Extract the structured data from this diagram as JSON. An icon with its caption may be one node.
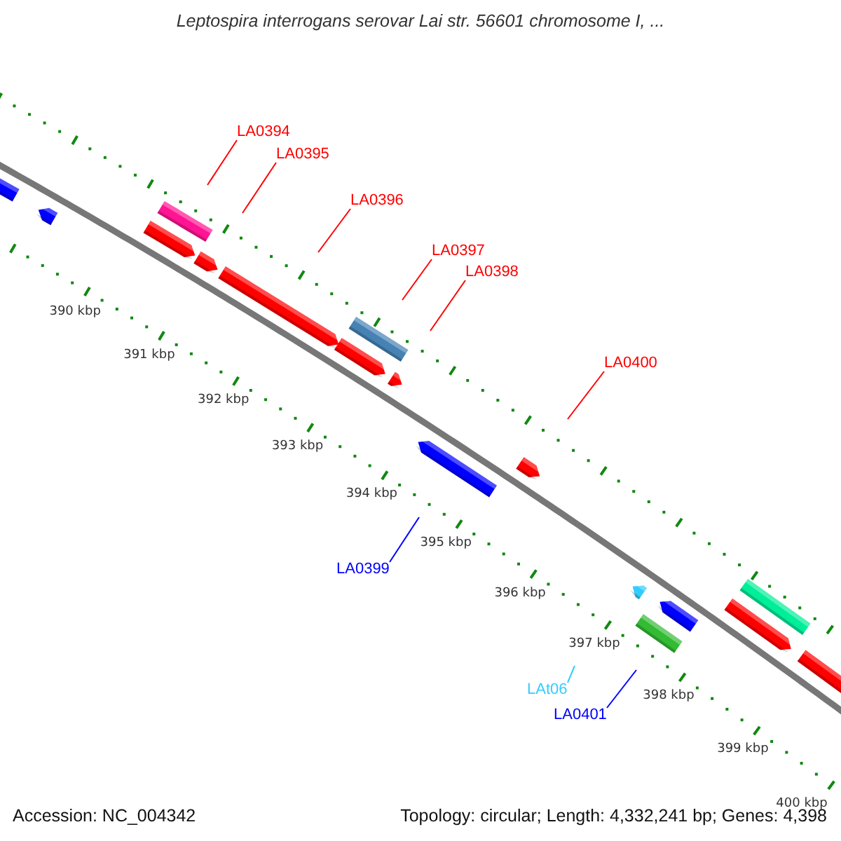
{
  "diagram": {
    "title": "Leptospira interrogans serovar Lai str. 56601 chromosome I, ...",
    "nodes": [
      {
        "text": [
          "LA0394"
        ]
      },
      {
        "text": [
          "LA0395"
        ]
      },
      {
        "text": [
          "LA0396"
        ]
      },
      {
        "text": [
          "LA0397"
        ]
      },
      {
        "text": [
          "LA0398"
        ]
      },
      {
        "text": [
          "LA0400"
        ]
      },
      {
        "text": [
          "LA0399"
        ]
      },
      {
        "text": [
          "LAt06"
        ]
      },
      {
        "text": [
          "LA0401"
        ]
      }
    ],
    "edges": [
      {
        "from": 0,
        "to": null,
        "arrow": "none"
      },
      {
        "from": 1,
        "to": null,
        "arrow": "none"
      },
      {
        "from": 2,
        "to": null,
        "arrow": "none"
      },
      {
        "from": 3,
        "to": null,
        "arrow": "none"
      },
      {
        "from": 4,
        "to": null,
        "arrow": "none"
      },
      {
        "from": 5,
        "to": null,
        "arrow": "none"
      },
      {
        "from": 6,
        "to": null,
        "arrow": "none",
        "color": "#0000ff"
      },
      {
        "from": 7,
        "to": null,
        "arrow": "none",
        "color": "#33ccff"
      },
      {
        "from": 8,
        "to": null,
        "arrow": "none",
        "color": "#0000ff"
      }
    ],
    "labels": [
      "390 kbp",
      "391 kbp",
      "392 kbp",
      "393 kbp",
      "394 kbp",
      "395 kbp",
      "396 kbp",
      "397 kbp",
      "398 kbp",
      "399 kbp",
      "400 kbp",
      "Accession: NC_004342",
      "Topology: circular; Length: 4,332,241 bp; Genes: 4,398"
    ]
  }
}
